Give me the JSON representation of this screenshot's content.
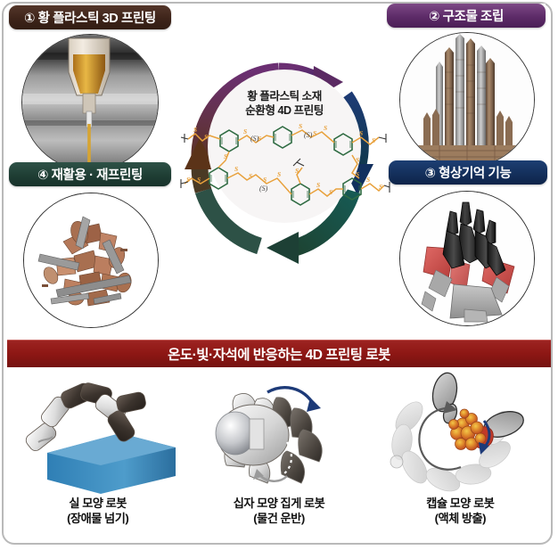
{
  "center": {
    "line1": "황 플라스틱 소재",
    "line2": "순환형 4D 프린팅"
  },
  "panels": [
    {
      "id": "panel-1",
      "label": "① 황 플라스틱 3D 프린팅",
      "color": "#3e241a",
      "image_name": "sulfur-plastic-3d-printing-nozzle-photo"
    },
    {
      "id": "panel-2",
      "label": "② 구조물 조립",
      "color": "#5d2b68",
      "image_name": "sagrada-familia-structure-photo"
    },
    {
      "id": "panel-3",
      "label": "③ 형상기억 기능",
      "color": "#14305c",
      "image_name": "shape-memory-gripper-photo"
    },
    {
      "id": "panel-4",
      "label": "④ 재활용 · 재프린팅",
      "color": "#1f3e34",
      "image_name": "recycled-plastic-fragments-photo"
    }
  ],
  "cycle_arrows": [
    {
      "name": "arrow-top-right",
      "color": "#5b2a63",
      "direction": "right"
    },
    {
      "name": "arrow-right-down",
      "color": "#12305e",
      "direction": "down"
    },
    {
      "name": "arrow-bottom-left",
      "color": "#1d4035",
      "direction": "left"
    },
    {
      "name": "arrow-left-up",
      "color": "#5b3318",
      "direction": "up"
    }
  ],
  "molecule": {
    "name": "polysulfide-benzene-network",
    "ring_color": "#2f6b42",
    "sulfur_color": "#e8a13c",
    "sulfur_label": "S",
    "repeat_label": "(S)"
  },
  "banner": {
    "title": "온도·빛·자석에 반응하는 4D 프린팅 로봇",
    "color": "#8d1714"
  },
  "robots": [
    {
      "name": "thread-robot",
      "caption": "실 모양 로봇",
      "sub": "(장애물 넘기)"
    },
    {
      "name": "cross-gripper-robot",
      "caption": "십자 모양 집게 로봇",
      "sub": "(물건 운반)"
    },
    {
      "name": "capsule-robot",
      "caption": "캡슐 모양 로봇",
      "sub": "(액체 방출)"
    }
  ]
}
